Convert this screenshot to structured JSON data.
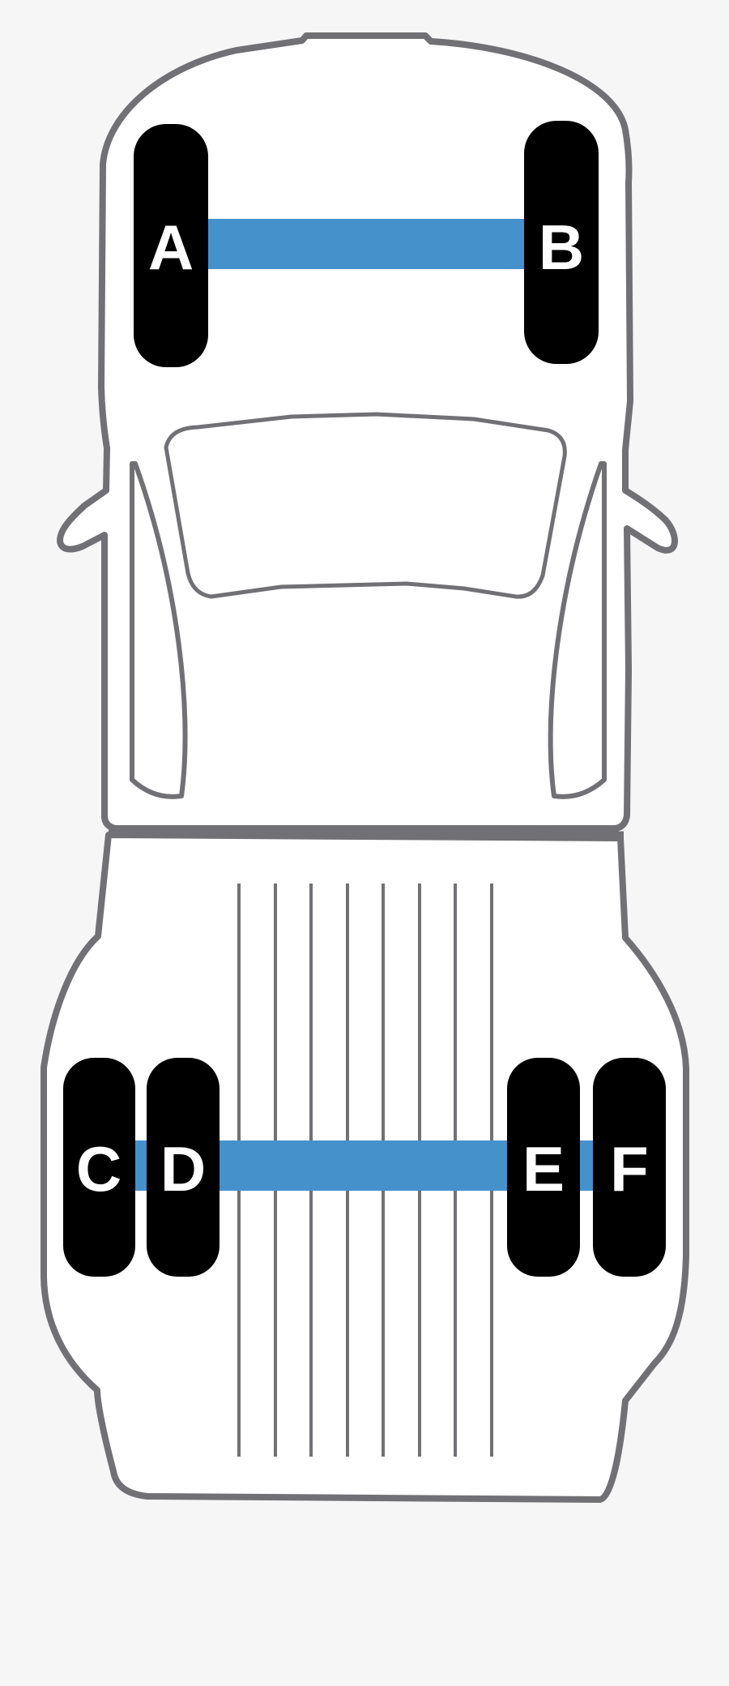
{
  "colors": {
    "background": "#f6f6f6",
    "body_fill": "#ffffff",
    "outline": "#717175",
    "tire": "#000000",
    "axle": "#4591cc",
    "label": "#ffffff"
  },
  "tires": [
    {
      "id": "front-left",
      "label": "A"
    },
    {
      "id": "front-right",
      "label": "B"
    },
    {
      "id": "rear-left-outer",
      "label": "C"
    },
    {
      "id": "rear-left-inner",
      "label": "D"
    },
    {
      "id": "rear-right-inner",
      "label": "E"
    },
    {
      "id": "rear-right-outer",
      "label": "F"
    }
  ],
  "bed_line_count": 8
}
